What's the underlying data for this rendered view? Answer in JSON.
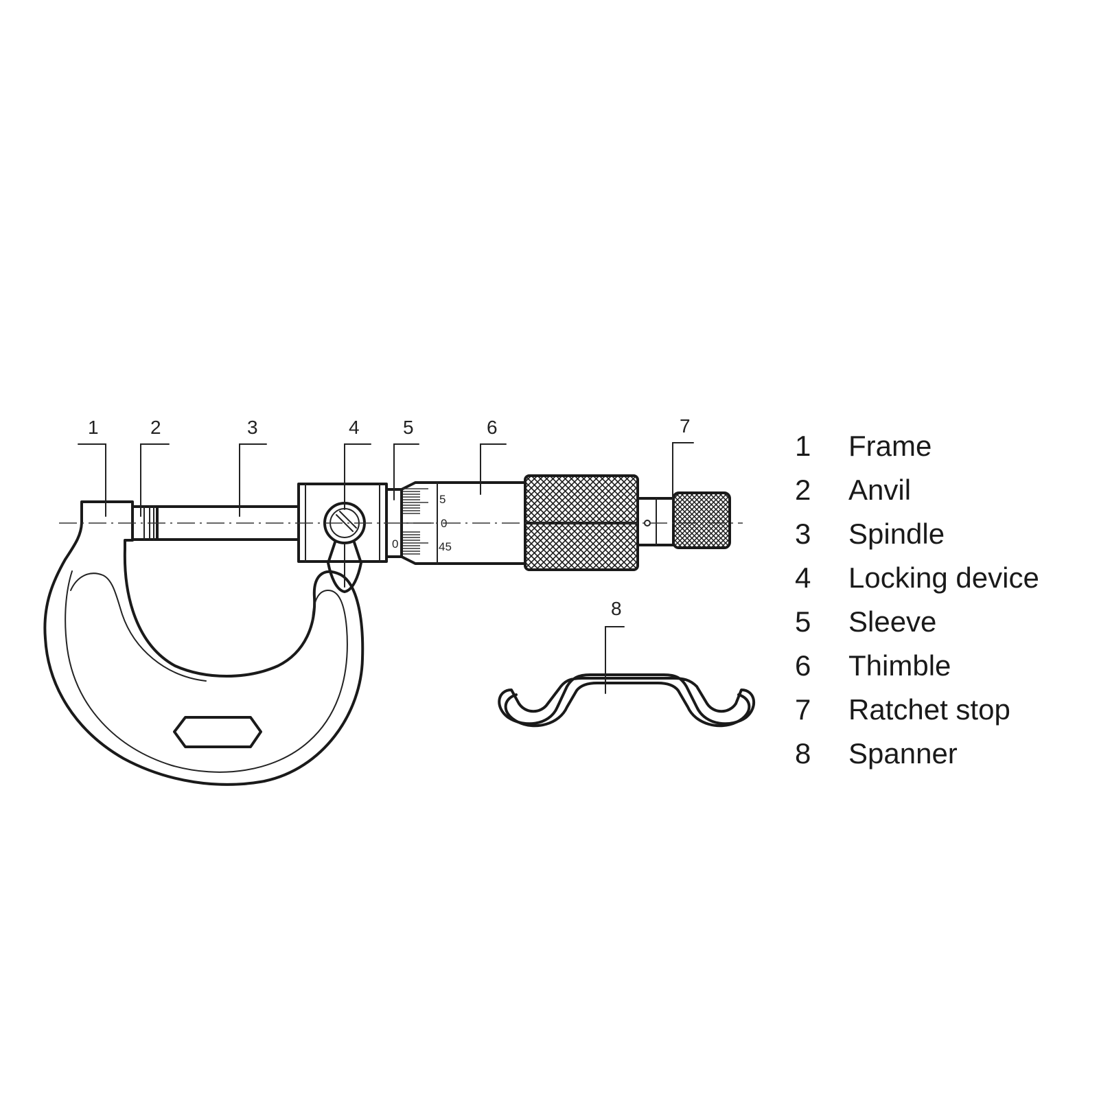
{
  "callouts": [
    "1",
    "2",
    "3",
    "4",
    "5",
    "6",
    "7",
    "8"
  ],
  "scale": {
    "thimble_top": "5",
    "thimble_mid": "0",
    "thimble_bottom": "45",
    "sleeve_zero": "0"
  },
  "legend": [
    {
      "num": "1",
      "label": "Frame"
    },
    {
      "num": "2",
      "label": "Anvil"
    },
    {
      "num": "3",
      "label": "Spindle"
    },
    {
      "num": "4",
      "label": "Locking device"
    },
    {
      "num": "5",
      "label": "Sleeve"
    },
    {
      "num": "6",
      "label": "Thimble"
    },
    {
      "num": "7",
      "label": "Ratchet stop"
    },
    {
      "num": "8",
      "label": "Spanner"
    }
  ]
}
